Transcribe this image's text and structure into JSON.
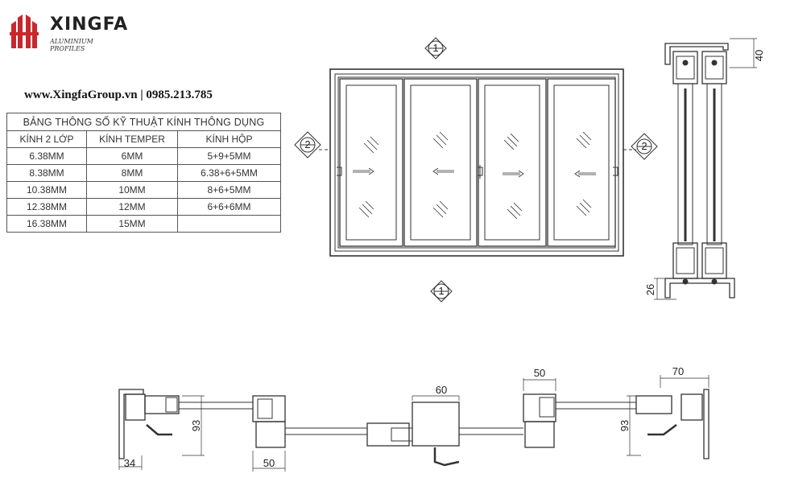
{
  "logo": {
    "brand": "XINGFA",
    "tagline": "ALUMINIUM PROFILES"
  },
  "contact": "www.XingfaGroup.vn | 0985.213.785",
  "table": {
    "title": "BẢNG THÔNG SỐ KỸ THUẬT KÍNH  THÔNG DỤNG",
    "headers": [
      "KÍNH 2 LỚP",
      "KÍNH TEMPER",
      "KÍNH HỘP"
    ],
    "rows": [
      [
        "6.38MM",
        "6MM",
        "5+9+5MM"
      ],
      [
        "8.38MM",
        "8MM",
        "6.38+6+5MM"
      ],
      [
        "10.38MM",
        "10MM",
        "8+6+5MM"
      ],
      [
        "12.38MM",
        "12MM",
        "6+6+6MM"
      ],
      [
        "16.38MM",
        "15MM",
        ""
      ]
    ]
  },
  "section_markers": {
    "top": "1",
    "bottom": "1",
    "left": "2",
    "right": "2"
  },
  "dimensions": {
    "vertical_top": "40",
    "vertical_bottom": "26",
    "plan_left_width": "34",
    "plan_left_depth": "93",
    "plan_left_sash": "50",
    "plan_center": "60",
    "plan_right_sash": "50",
    "plan_right_width": "70",
    "plan_right_depth": "93"
  },
  "colors": {
    "line": "#333333",
    "brand_red": "#c8282d"
  }
}
